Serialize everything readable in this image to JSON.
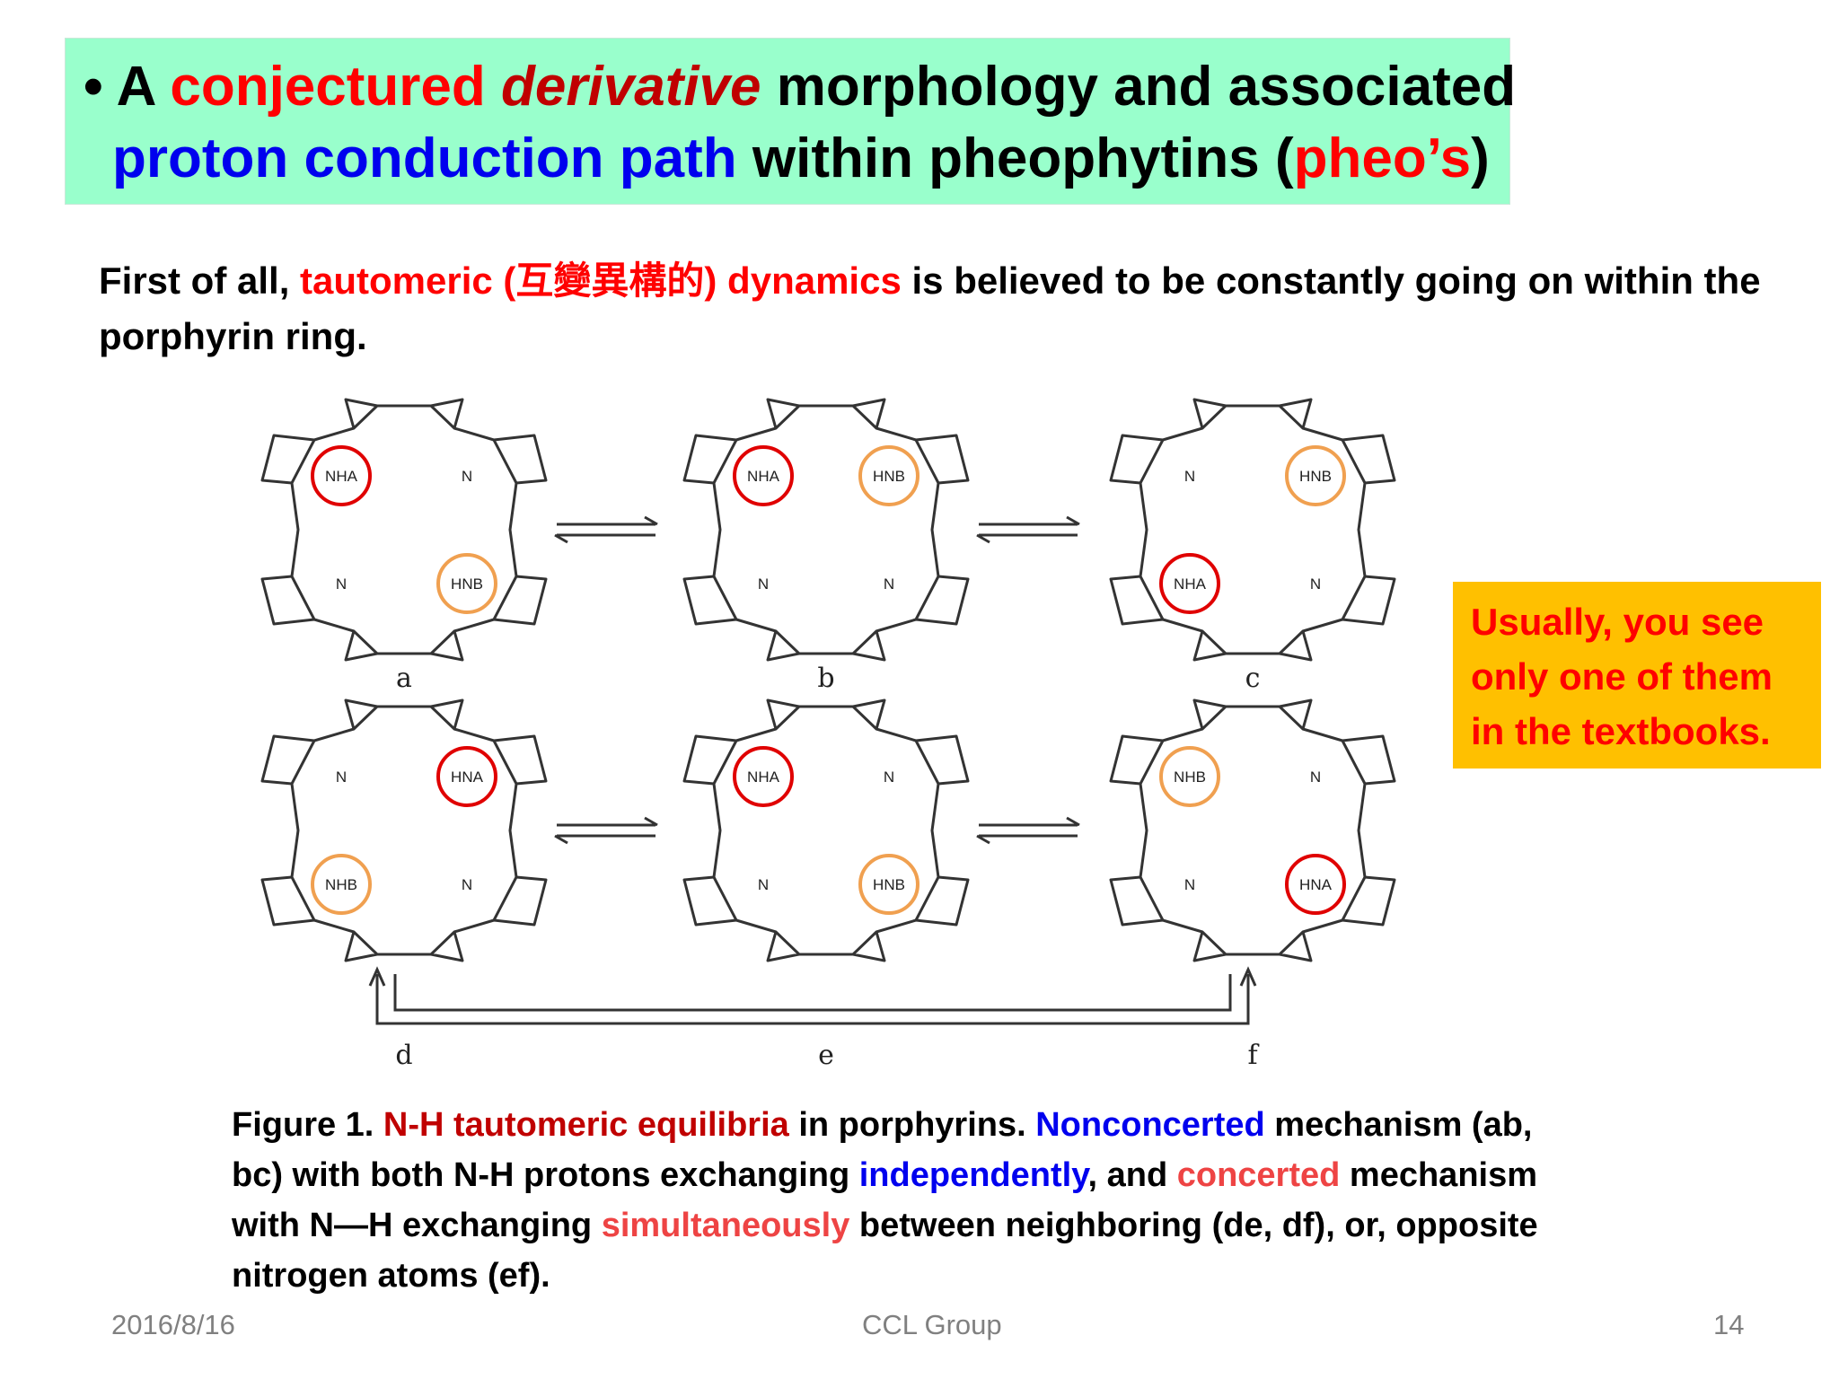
{
  "title": {
    "bullet": "•",
    "l1_a": "A ",
    "l1_b": "conjectured ",
    "l1_c": "derivative",
    "l1_d": " morphology and associated",
    "l2_a": "proton conduction path",
    "l2_b": " within pheophytins (",
    "l2_c": "pheo’s",
    "l2_d": ")"
  },
  "intro": {
    "a": "First of all, ",
    "b": "tautomeric (互變異構的) dynamics",
    "c": " is believed to be constantly going on within the porphyrin ring."
  },
  "note": {
    "l1": "Usually, you see",
    "l2": "only one of them",
    "l3": "in the textbooks."
  },
  "diagram": {
    "structures": [
      {
        "label": "a",
        "atoms": [
          "NH",
          "N",
          "N",
          "HN"
        ],
        "subs": [
          "A",
          "",
          "",
          "B"
        ],
        "circles": [
          "red",
          null,
          null,
          "orange"
        ]
      },
      {
        "label": "b",
        "atoms": [
          "NH",
          "HN",
          "N",
          "N"
        ],
        "subs": [
          "A",
          "B",
          "",
          ""
        ],
        "circles": [
          "red",
          "orange",
          null,
          null
        ]
      },
      {
        "label": "c",
        "atoms": [
          "N",
          "HN",
          "NH",
          "N"
        ],
        "subs": [
          "",
          "B",
          "A",
          ""
        ],
        "circles": [
          null,
          "orange",
          "red",
          null
        ]
      },
      {
        "label": "d",
        "atoms": [
          "N",
          "HN",
          "NH",
          "N"
        ],
        "subs": [
          "",
          "A",
          "B",
          ""
        ],
        "circles": [
          null,
          "red",
          "orange",
          null
        ]
      },
      {
        "label": "e",
        "atoms": [
          "NH",
          "N",
          "N",
          "HN"
        ],
        "subs": [
          "A",
          "",
          "",
          "B"
        ],
        "circles": [
          "red",
          null,
          null,
          "orange"
        ]
      },
      {
        "label": "f",
        "atoms": [
          "NH",
          "N",
          "N",
          "HN"
        ],
        "subs": [
          "B",
          "",
          "",
          "A"
        ],
        "circles": [
          "orange",
          null,
          null,
          "red"
        ]
      }
    ],
    "colors": {
      "red": "#e00000",
      "orange": "#f0a050"
    }
  },
  "caption": {
    "a": "Figure 1. ",
    "b": "N-H tautomeric equilibria",
    "c": " in porphyrins. ",
    "d": "Nonconcerted",
    "e": " mechanism (ab, bc) with both N-H protons exchanging ",
    "f": "independently",
    "g": ", and ",
    "h": "concerted",
    "i": " mechanism with N—H exchanging ",
    "j": "simultaneously",
    "k": " between neighboring (de, df), or, opposite nitrogen atoms (ef)."
  },
  "footer": {
    "date": "2016/8/16",
    "center": "CCL Group",
    "page": "14"
  }
}
